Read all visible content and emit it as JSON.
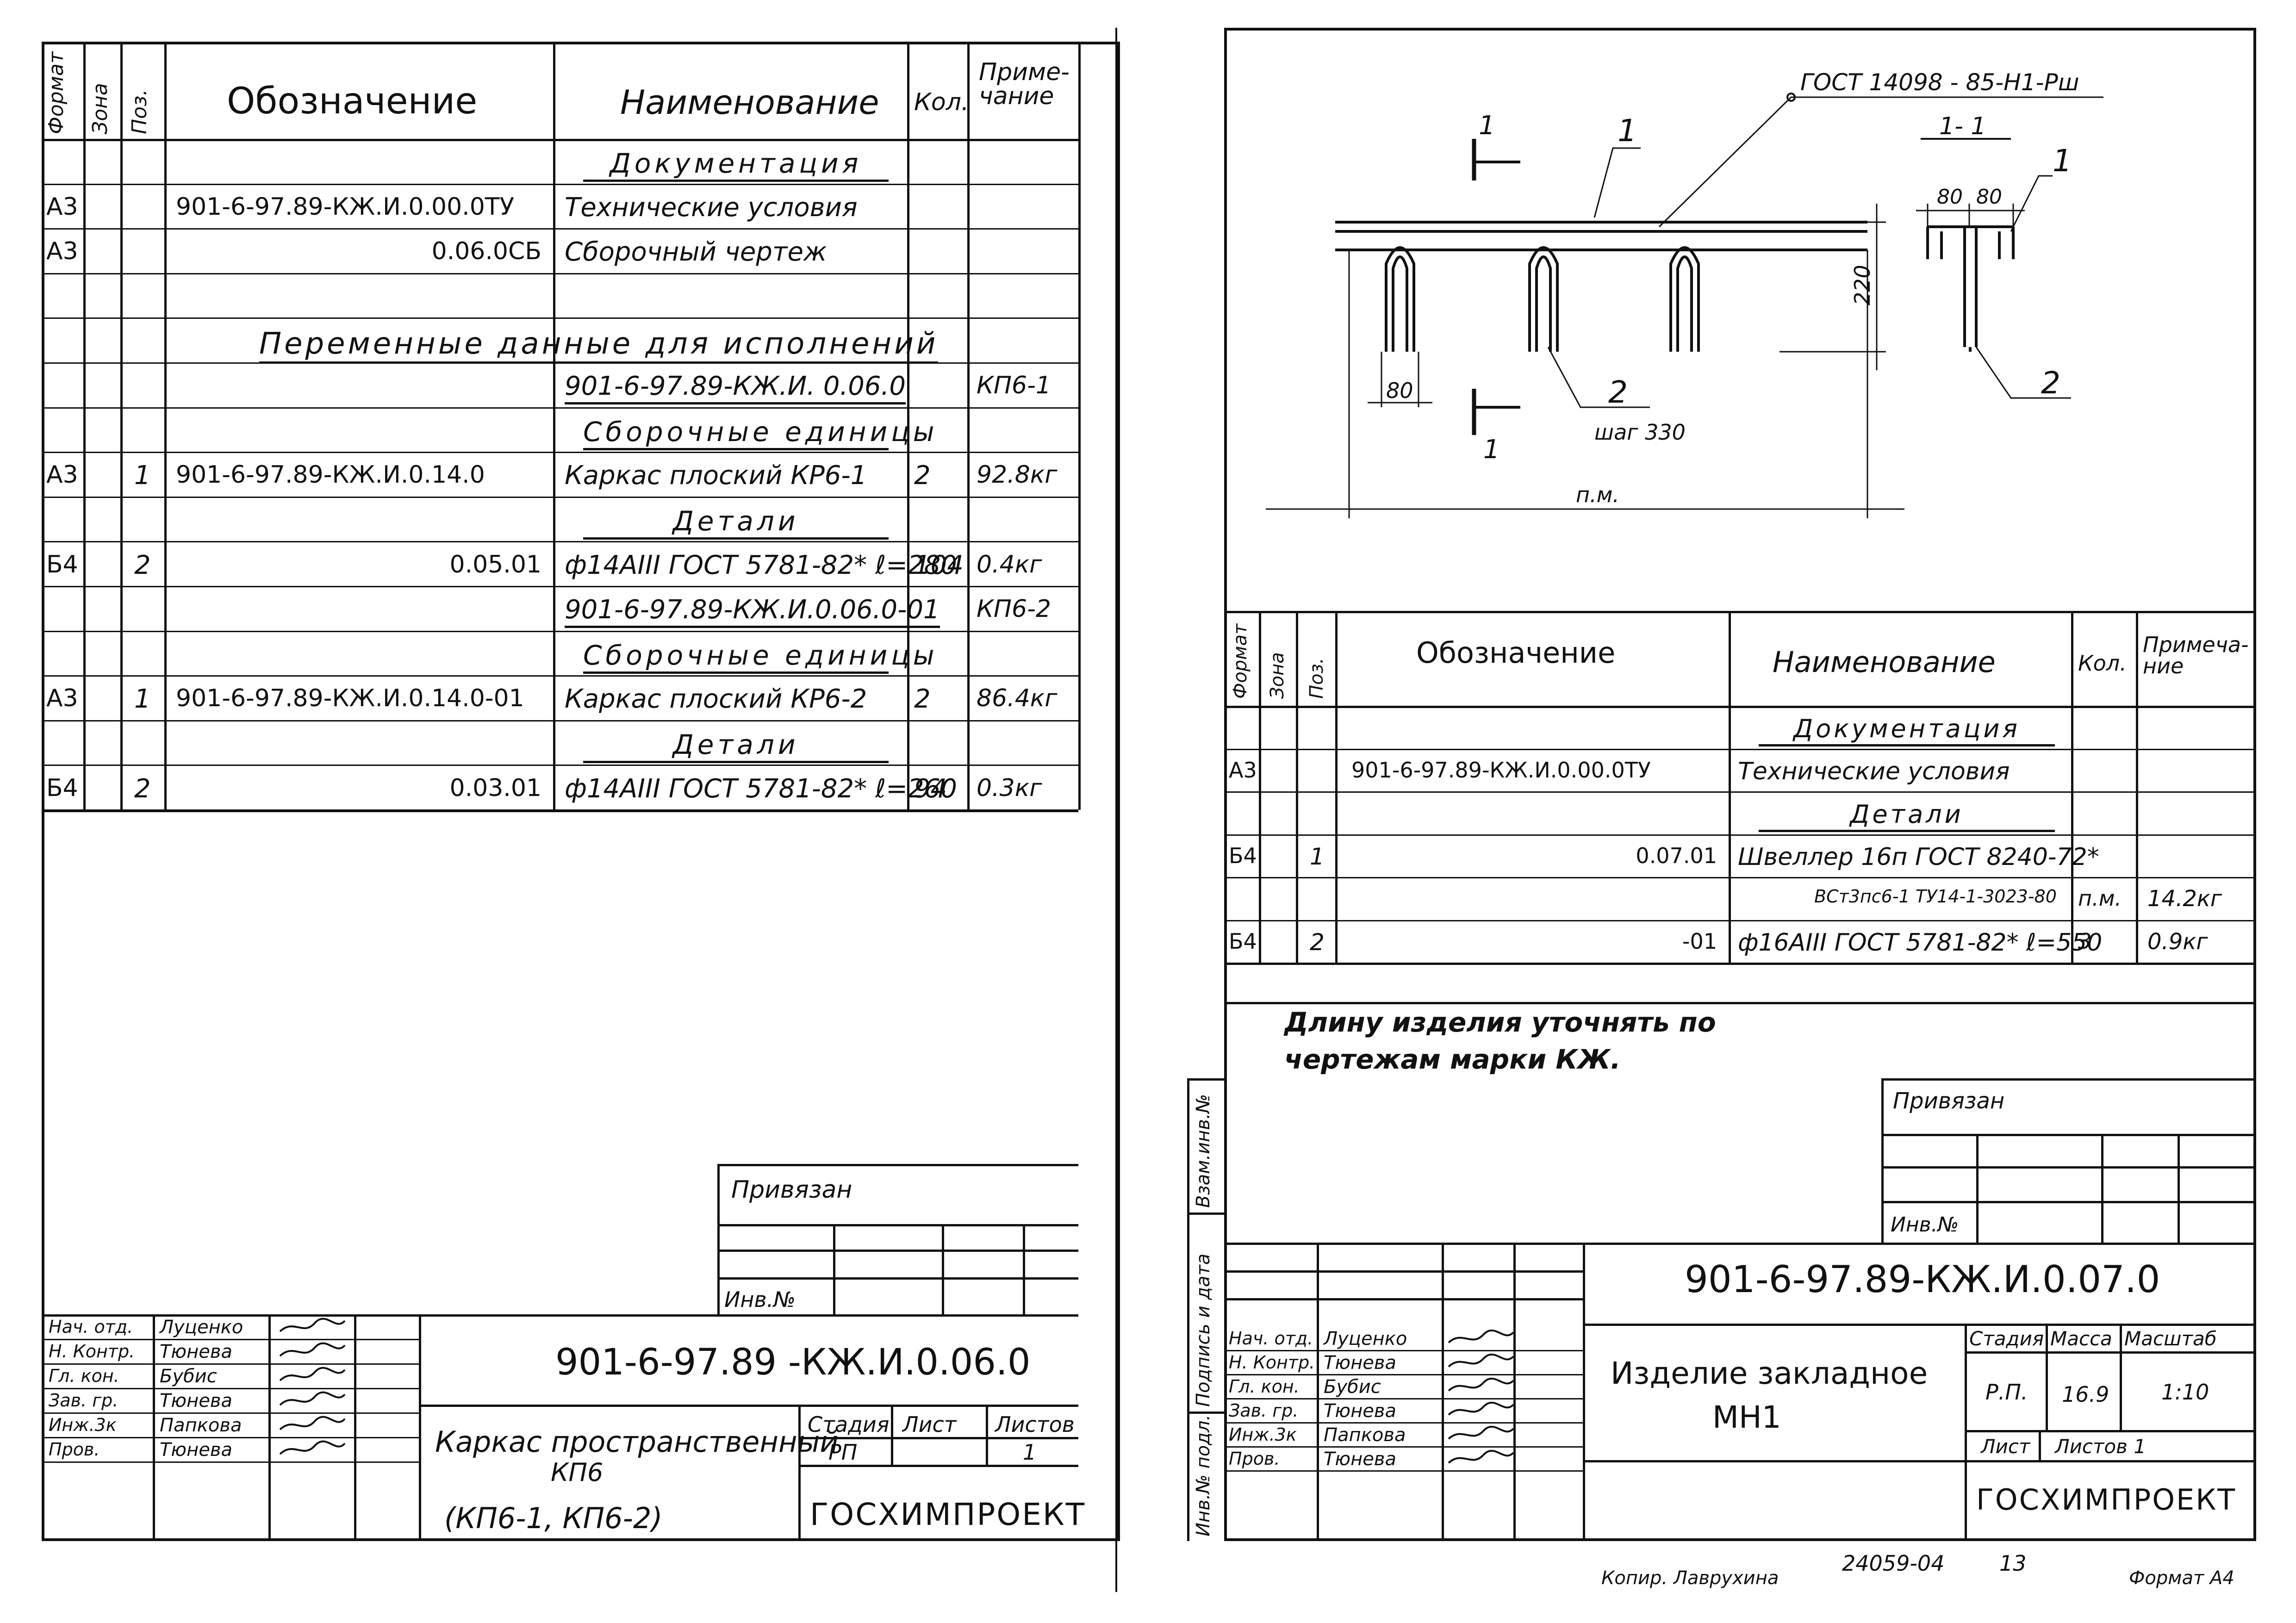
{
  "left_sheet": {
    "spec_header": {
      "format": "Формат",
      "zone": "Зона",
      "pos": "Поз.",
      "designation": "Обозначение",
      "name": "Наименование",
      "qty": "Кол.",
      "note": "Приме-чание"
    },
    "spec_rows": [
      {
        "format": "",
        "pos": "",
        "designation": "",
        "name": "Документация",
        "qty": "",
        "note": "",
        "section": true
      },
      {
        "format": "А3",
        "pos": "",
        "designation": "901-6-97.89-КЖ.И.0.00.0ТУ",
        "name": "Технические условия",
        "qty": "",
        "note": ""
      },
      {
        "format": "А3",
        "pos": "",
        "designation": "0.06.0СБ",
        "name": "Сборочный чертеж",
        "qty": "",
        "note": ""
      },
      {
        "format": "",
        "pos": "",
        "designation": "",
        "name": "",
        "qty": "",
        "note": ""
      },
      {
        "format": "",
        "pos": "",
        "designation": "",
        "name": "",
        "qty": "",
        "note": "",
        "wide": "Переменные данные для исполнений"
      },
      {
        "format": "",
        "pos": "",
        "designation": "",
        "name": "901-6-97.89-КЖ.И. 0.06.0",
        "qty": "",
        "note": "КП6-1",
        "underline": true
      },
      {
        "format": "",
        "pos": "",
        "designation": "",
        "name": "Сборочные единицы",
        "qty": "",
        "note": "",
        "section": true
      },
      {
        "format": "А3",
        "pos": "1",
        "designation": "901-6-97.89-КЖ.И.0.14.0",
        "name": "Каркас плоский КР6-1",
        "qty": "2",
        "note": "92.8кг"
      },
      {
        "format": "",
        "pos": "",
        "designation": "",
        "name": "Детали",
        "qty": "",
        "note": "",
        "section": true
      },
      {
        "format": "Б4",
        "pos": "2",
        "designation": "0.05.01",
        "name": "ф14АIII ГОСТ 5781-82* ℓ=280",
        "qty": "104",
        "note": "0.4кг"
      },
      {
        "format": "",
        "pos": "",
        "designation": "",
        "name": "901-6-97.89-КЖ.И.0.06.0-01",
        "qty": "",
        "note": "КП6-2",
        "underline": true
      },
      {
        "format": "",
        "pos": "",
        "designation": "",
        "name": "Сборочные единицы",
        "qty": "",
        "note": "",
        "section": true
      },
      {
        "format": "А3",
        "pos": "1",
        "designation": "901-6-97.89-КЖ.И.0.14.0-01",
        "name": "Каркас плоский КР6-2",
        "qty": "2",
        "note": "86.4кг"
      },
      {
        "format": "",
        "pos": "",
        "designation": "",
        "name": "Детали",
        "qty": "",
        "note": "",
        "section": true
      },
      {
        "format": "Б4",
        "pos": "2",
        "designation": "0.03.01",
        "name": "ф14АIII ГОСТ 5781-82* ℓ=260",
        "qty": "94",
        "note": "0.3кг"
      }
    ],
    "privyazan": "Привязан",
    "inv_no": "Инв.№",
    "signers": [
      {
        "role": "Нач. отд.",
        "name": "Луценко"
      },
      {
        "role": "Н. Контр.",
        "name": "Тюнева"
      },
      {
        "role": "Гл. кон.",
        "name": "Бубис"
      },
      {
        "role": "Зав. гр.",
        "name": "Тюнева"
      },
      {
        "role": "Инж.3к",
        "name": "Папкова"
      },
      {
        "role": "Пров.",
        "name": "Тюнева"
      }
    ],
    "doc_code": "901-6-97.89   -КЖ.И.0.06.0",
    "title_lines": [
      "Каркас пространственный",
      "КП6",
      "(КП6-1,   КП6-2)"
    ],
    "stage_label": "Стадия",
    "sheet_label": "Лист",
    "sheets_label": "Листов",
    "stage": "РП",
    "sheets": "1",
    "org": "ГОСХИМПРОЕКТ"
  },
  "right_sheet": {
    "drawing": {
      "gost_callout": "ГОСТ 14098 - 85-Н1-Рш",
      "section_mark": "1",
      "section_label": "1- 1",
      "pos1": "1",
      "pos2": "2",
      "dim_80": "80",
      "dim_80a": "80",
      "dim_80b": "80",
      "dim_220": "220",
      "step": "шаг 330",
      "pm": "п.м."
    },
    "spec_header": {
      "format": "Формат",
      "zone": "Зона",
      "pos": "Поз.",
      "designation": "Обозначение",
      "name": "Наименование",
      "qty": "Кол.",
      "note": "Примеча-ние"
    },
    "spec_rows": [
      {
        "format": "",
        "pos": "",
        "designation": "",
        "name": "Документация",
        "qty": "",
        "note": "",
        "section": true
      },
      {
        "format": "А3",
        "pos": "",
        "designation": "901-6-97.89-КЖ.И.0.00.0ТУ",
        "name": "Технические условия",
        "qty": "",
        "note": ""
      },
      {
        "format": "",
        "pos": "",
        "designation": "",
        "name": "Детали",
        "qty": "",
        "note": "",
        "section": true
      },
      {
        "format": "Б4",
        "pos": "1",
        "designation": "0.07.01",
        "name": "Швеллер  16п ГОСТ 8240-72*",
        "qty": "",
        "note": ""
      },
      {
        "format": "",
        "pos": "",
        "designation": "",
        "name": "ВСт3пс6-1 ТУ14-1-3023-80",
        "qty": "п.м.",
        "note": "14.2кг"
      },
      {
        "format": "Б4",
        "pos": "2",
        "designation": "-01",
        "name": "ф16АIII ГОСТ 5781-82* ℓ=550",
        "qty": "3",
        "note": "0.9кг"
      }
    ],
    "remark_line1": "Длину изделия уточнять по",
    "remark_line2": "чертежам марки КЖ.",
    "privyazan": "Привязан",
    "inv_no": "Инв.№",
    "doc_code": "901-6-97.89-КЖ.И.0.07.0",
    "signers": [
      {
        "role": "Нач. отд.",
        "name": "Луценко"
      },
      {
        "role": "Н. Контр.",
        "name": "Тюнева"
      },
      {
        "role": "Гл. кон.",
        "name": "Бубис"
      },
      {
        "role": "Зав. гр.",
        "name": "Тюнева"
      },
      {
        "role": "Инж.3к",
        "name": "Папкова"
      },
      {
        "role": "Пров.",
        "name": "Тюнева"
      }
    ],
    "title_lines": [
      "Изделие закладное",
      "МН1"
    ],
    "stage_label": "Стадия",
    "mass_label": "Масса",
    "scale_label": "Масштаб",
    "stage": "Р.П.",
    "mass": "16.9",
    "scale": "1:10",
    "sheet_label": "Лист",
    "sheets_label": "Листов 1",
    "org": "ГОСХИМПРОЕКТ",
    "side_stamp": [
      "Инв.№ подл.",
      "Подпись и дата",
      "Взам.инв.№"
    ]
  },
  "footer": {
    "copied": "Копир. Лаврухина",
    "order": "24059-04",
    "page": "13",
    "format": "Формат А4"
  }
}
